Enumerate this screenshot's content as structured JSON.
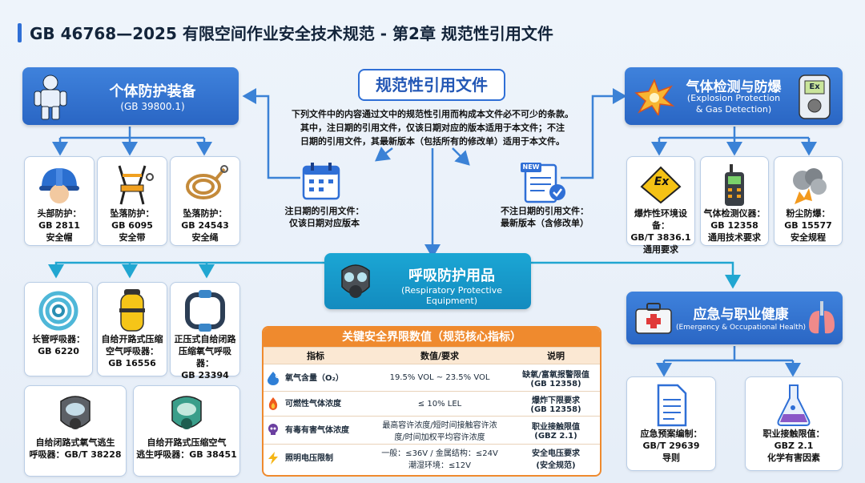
{
  "title": "GB 46768—2025 有限空间作业安全技术规范 - 第2章 规范性引用文件",
  "center": {
    "title": "规范性引用文件",
    "description": "下列文件中的内容通过文中的规范性引用而构成本文件必不可少的条款。\n其中，注日期的引用文件，仅该日期对应的版本适用于本文件；不注\n日期的引用文件，其最新版本（包括所有的修改单）适用于本文件。",
    "dated_ref": "注日期的引用文件：\n仅该日期对应版本",
    "undated_ref": "不注日期的引用文件：\n最新版本（含修改单）",
    "new_badge": "NEW"
  },
  "personal": {
    "title": "个体防护装备",
    "code": "(GB 39800.1)",
    "items": [
      {
        "icon": "helmet-icon",
        "text": "头部防护：\nGB 2811\n安全帽"
      },
      {
        "icon": "harness-icon",
        "text": "坠落防护：\nGB 6095\n安全带"
      },
      {
        "icon": "rope-icon",
        "text": "坠落防护：\nGB 24543\n安全绳"
      }
    ]
  },
  "gas": {
    "title": "气体检测与防爆",
    "subtitle": "(Explosion Protection\n& Gas Detection)",
    "detector_label": "Ex",
    "items": [
      {
        "icon": "ex-icon",
        "text": "爆炸性环境设备：\nGB/T 3836.1\n通用要求"
      },
      {
        "icon": "detector-icon",
        "text": "气体检测仪器：\nGB 12358\n通用技术要求"
      },
      {
        "icon": "dust-explosion-icon",
        "text": "粉尘防爆：\nGB 15577\n安全规程"
      }
    ],
    "ex_label": "Ex"
  },
  "respiratory": {
    "title": "呼吸防护用品",
    "subtitle": "(Respiratory Protective Equipment)",
    "items": [
      {
        "icon": "hose-icon",
        "text": "长管呼吸器：\nGB 6220"
      },
      {
        "icon": "scba-icon",
        "text": "自给开路式压缩\n空气呼吸器：\nGB 16556"
      },
      {
        "icon": "closed-circuit-icon",
        "text": "正压式自给闭路\n压缩氧气呼吸器：\nGB 23394"
      },
      {
        "icon": "escape-mask-icon",
        "text": "自给闭路式氧气逃生\n呼吸器：GB/T 38228"
      },
      {
        "icon": "escape-mask-green-icon",
        "text": "自给开路式压缩空气\n逃生呼吸器：GB 38451"
      }
    ]
  },
  "emergency": {
    "title": "应急与职业健康",
    "subtitle": "(Emergency & Occupational Health)",
    "items": [
      {
        "icon": "document-icon",
        "text": "应急预案编制：\nGB/T 29639\n导则"
      },
      {
        "icon": "flask-icon",
        "text": "职业接触限值：\nGBZ 2.1\n化学有害因素"
      }
    ]
  },
  "key_table": {
    "title": "关键安全界限数值（规范核心指标）",
    "headers": [
      "指标",
      "数值/要求",
      "说明"
    ],
    "rows": [
      {
        "icon": "oxygen-icon",
        "icon_text": "O₂",
        "name": "氧气含量（O₂）",
        "value": "19.5% VOL ~ 23.5% VOL",
        "note": "缺氧/富氧报警限值\n(GB 12358)"
      },
      {
        "icon": "flame-icon",
        "icon_text": "",
        "name": "可燃性气体浓度",
        "value": "≤ 10% LEL",
        "note": "爆炸下限要求\n(GB 12358)"
      },
      {
        "icon": "skull-icon",
        "icon_text": "",
        "name": "有毒有害气体浓度",
        "value": "最高容许浓度/短时间接触容许浓\n度/时间加权平均容许浓度",
        "note": "职业接触限值\n(GBZ 2.1)"
      },
      {
        "icon": "lightning-icon",
        "icon_text": "",
        "name": "照明电压限制",
        "value": "一般：≤36V / 金属结构：≤24V\n潮湿环境：≤12V",
        "note": "安全电压要求\n(安全规范)"
      }
    ]
  }
}
